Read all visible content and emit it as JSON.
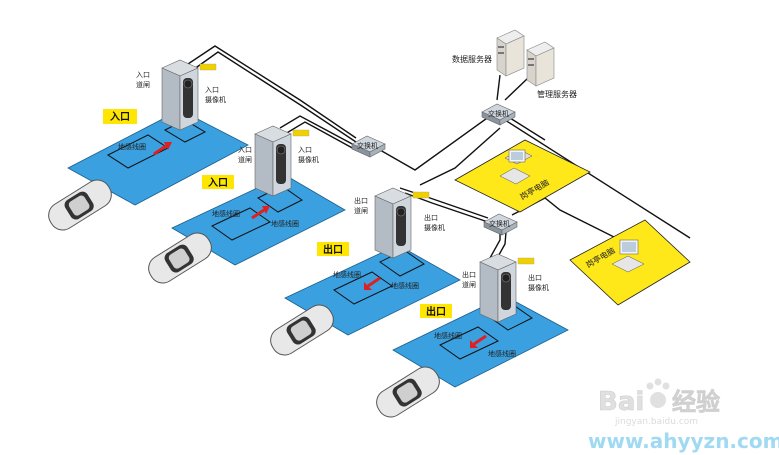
{
  "servers": {
    "data": "数据服务器",
    "management": "管理服务器"
  },
  "switches": [
    "交换机",
    "交换机",
    "交换机"
  ],
  "stations": [
    {
      "label": "岗亭电脑"
    },
    {
      "label": "岗亭电脑"
    }
  ],
  "lanes": [
    {
      "badge": "入口",
      "barrier": "入口\n道闸",
      "camera": "入口\n摄像机",
      "loop_a": "地感线圈",
      "loop_b": ""
    },
    {
      "badge": "入口",
      "barrier": "入口\n道闸",
      "camera": "入口\n摄像机",
      "loop_a": "地感线圈",
      "loop_b": "地感线圈"
    },
    {
      "badge": "出口",
      "barrier": "出口\n道闸",
      "camera": "出口\n摄像机",
      "loop_a": "地感线圈",
      "loop_b": "地感线圈"
    },
    {
      "badge": "出口",
      "barrier": "出口\n道闸",
      "camera": "出口\n摄像机",
      "loop_a": "地感线圈",
      "loop_b": "地感线圈"
    }
  ],
  "watermark": {
    "brand": "Bai",
    "brand_tail": "经验",
    "sub": "jingyan.baidu.com",
    "site": "www.ahyyzn.com"
  },
  "colors": {
    "lane_fill": "#3aa0e0",
    "badge_fill": "#ffe600",
    "station_fill": "#ffe81a",
    "arrow": "#e02020",
    "cable": "#111111"
  }
}
